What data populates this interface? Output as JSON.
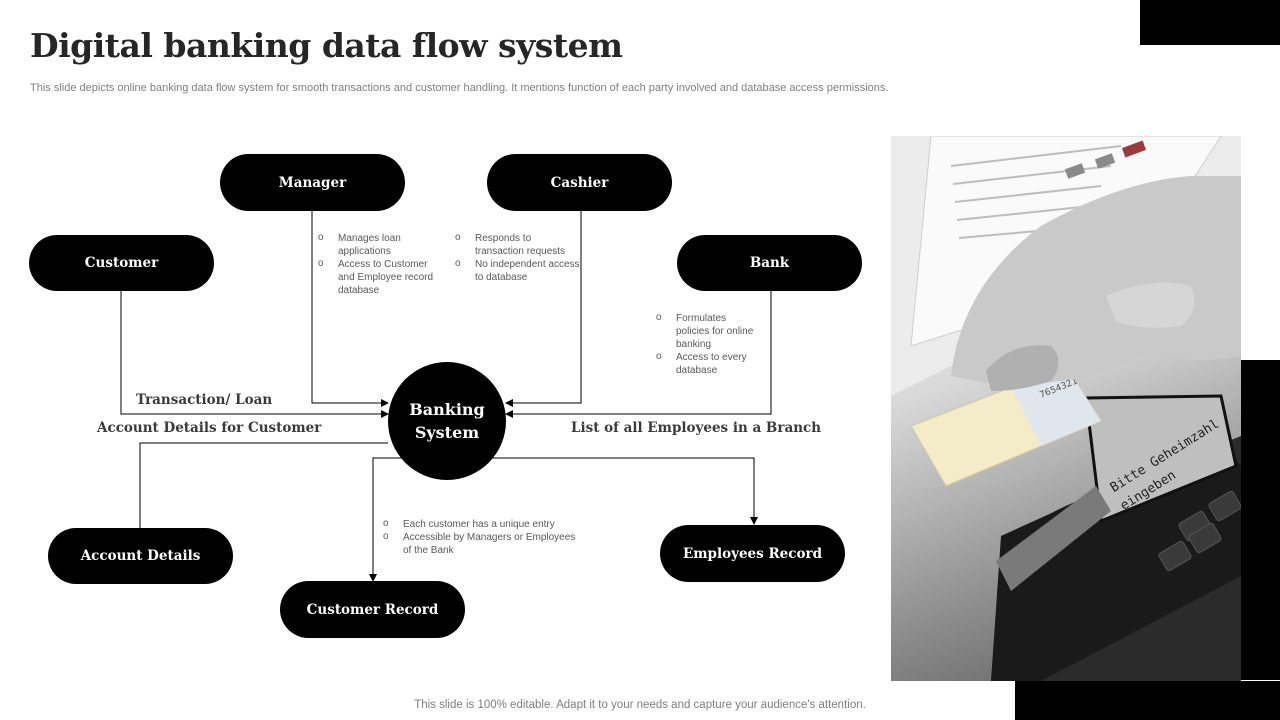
{
  "title": "Digital banking data flow system",
  "subtitle": "This slide depicts online banking data flow system for smooth transactions and customer handling. It mentions function of each party involved and database access permissions.",
  "nodes": {
    "manager": "Manager",
    "cashier": "Cashier",
    "customer": "Customer",
    "bank": "Bank",
    "account_details": "Account Details",
    "customer_record": "Customer Record",
    "employees_record": "Employees Record"
  },
  "hub": {
    "line1": "Banking",
    "line2": "System"
  },
  "flow_labels": {
    "transaction_loan": "Transaction/ Loan",
    "account_details_for_customer": "Account Details for Customer",
    "list_of_employees": "List of all Employees  in a Branch"
  },
  "notes": {
    "manager": [
      "Manages loan applications",
      "Access to Customer and Employee record database"
    ],
    "cashier": [
      "Responds to transaction requests",
      "No independent access to database"
    ],
    "bank": [
      "Formulates policies for online banking",
      "Access to every database"
    ],
    "customer_record": [
      "Each customer has a unique entry",
      "Accessible by Managers or Employees of the Bank"
    ]
  },
  "photo": {
    "icon": "hand-inserting-card-into-payment-terminal",
    "terminal_screen_line1": "Bitte Geheimzahl",
    "terminal_screen_line2": "eingeben",
    "card_number_fragment": "7654321"
  },
  "footer": "This slide is 100% editable. Adapt it to your needs and capture your audience's attention.",
  "colors": {
    "pill": "#000000",
    "pill_text": "#ffffff",
    "title": "#262626",
    "muted": "#7f7f7f"
  }
}
